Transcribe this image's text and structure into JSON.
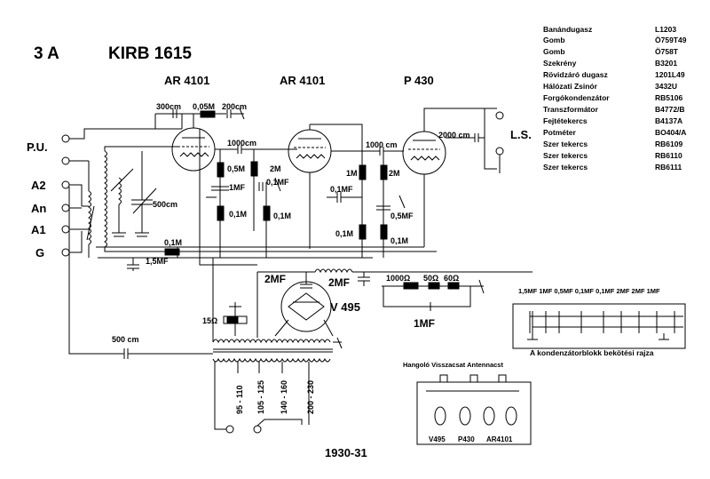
{
  "header": {
    "model_code": "3 A",
    "model_name": "KIRB 1615"
  },
  "tubes": {
    "t1": "AR 4101",
    "t2": "AR 4101",
    "t3": "P 430",
    "rect": "V 495"
  },
  "inputs": {
    "pu": "P.U.",
    "a2": "A2",
    "an": "An",
    "a1": "A1",
    "g": "G",
    "ls": "L.S."
  },
  "components": {
    "c300": "300cm",
    "r005": "0,05M",
    "c200": "200cm",
    "c1000a": "1000cm",
    "r05": "0,5M",
    "r2m_a": "2M",
    "c01mf_a": "0,1MF",
    "c1mf_a": "1MF",
    "r01_a": "0,1M",
    "r01_b": "0,1M",
    "c500": "500cm",
    "r01_c": "0,1M",
    "c15mf": "1,5MF",
    "c1000b": "1000 cm",
    "r1m_a": "1M",
    "r2m_b": "2M",
    "c01mf_b": "0,1MF",
    "c05mf": "0,5MF",
    "r01_d": "0,1M",
    "r01_e": "0,1M",
    "c2000": "2000 cm",
    "c2mf_a": "2MF",
    "c2mf_b": "2MF",
    "r1000": "1000Ω",
    "r50": "50Ω",
    "r60": "60Ω",
    "c1mf_b": "1MF",
    "r15": "15Ω",
    "c500b": "500 cm",
    "taps": [
      "95 - 110",
      "105 - 125",
      "140 - 160",
      "200 - 230"
    ]
  },
  "parts_list": [
    {
      "name": "Banándugasz",
      "code": "L1203"
    },
    {
      "name": "Gomb",
      "code": "Ö759T49"
    },
    {
      "name": "Gomb",
      "code": "Ö758T"
    },
    {
      "name": "Szekrény",
      "code": "B3201"
    },
    {
      "name": "Rövidzáró dugasz",
      "code": "1201L49"
    },
    {
      "name": "Hálózati Zsinór",
      "code": "3432U"
    },
    {
      "name": "Forgókondenzátor",
      "code": "RB5106"
    },
    {
      "name": "Transzformátor",
      "code": "B4772/B"
    },
    {
      "name": "Fejtétekercs",
      "code": "B4137A"
    },
    {
      "name": "Potméter",
      "code": "BO404/A"
    },
    {
      "name": "Szer tekercs",
      "code": "RB6109"
    },
    {
      "name": "Szer tekercs",
      "code": "RB6110"
    },
    {
      "name": "Szer tekercs",
      "code": "RB6111"
    }
  ],
  "cap_block": {
    "values": "1,5MF 1MF 0,5MF 0,1MF 0,1MF 2MF 2MF 1MF",
    "caption": "A kondenzátorblokk bekötési rajza"
  },
  "socket_view": {
    "title": "Hangoló Visszacsat Antennacst",
    "labels": [
      "V495",
      "P430",
      "AR4101"
    ]
  },
  "year": "1930-31"
}
